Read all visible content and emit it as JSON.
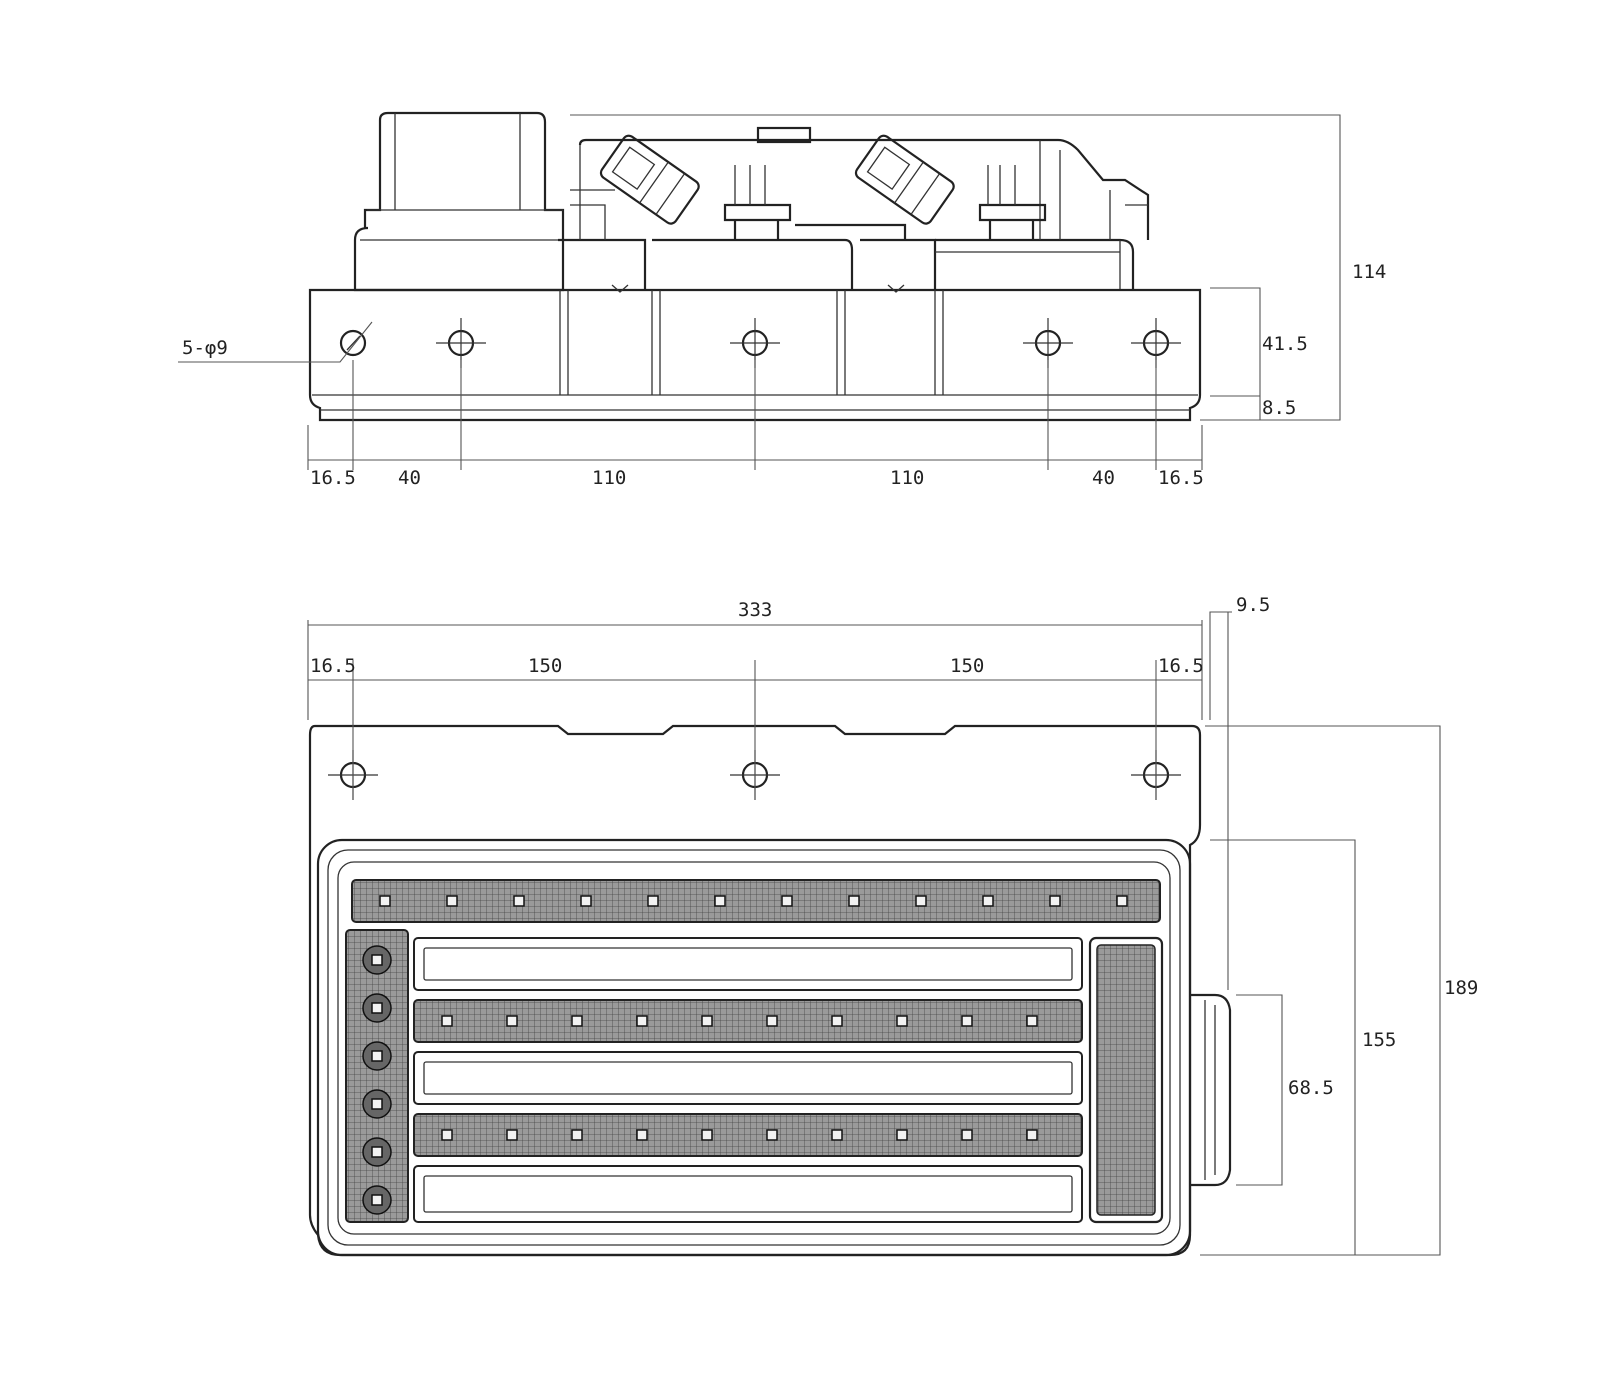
{
  "top_view": {
    "hole_callout": "5-φ9",
    "horizontal_dims": [
      "16.5",
      "40",
      "110",
      "110",
      "40",
      "16.5"
    ],
    "height_total": "114",
    "height_flange": "41.5",
    "height_base": "8.5"
  },
  "front_view": {
    "width_total": "333",
    "horizontal_dims": [
      "16.5",
      "150",
      "150",
      "16.5"
    ],
    "connector_depth": "9.5",
    "height_total": "189",
    "height_lens": "155",
    "height_connector": "68.5"
  },
  "colors": {
    "line": "#222222",
    "lamp_dark": "#777777",
    "lamp_light": "#ffffff"
  }
}
